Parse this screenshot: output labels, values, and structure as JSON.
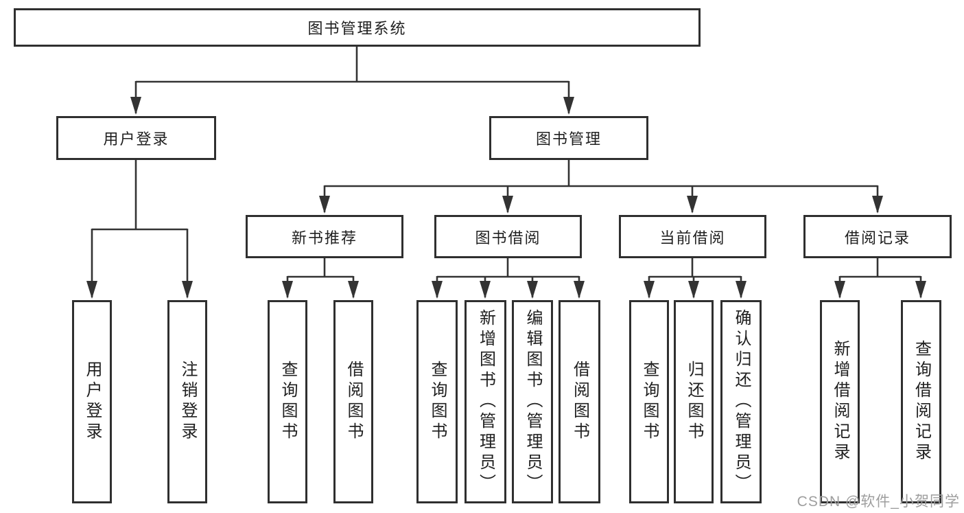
{
  "diagram": {
    "root_label": "图书管理系统",
    "level2": [
      {
        "label": "用户登录"
      },
      {
        "label": "图书管理"
      }
    ],
    "level3": [
      {
        "label": "新书推荐"
      },
      {
        "label": "图书借阅"
      },
      {
        "label": "当前借阅"
      },
      {
        "label": "借阅记录"
      }
    ],
    "leaves": {
      "user_login": [
        "用户登录",
        "注销登录"
      ],
      "new_book": [
        "查询图书",
        "借阅图书"
      ],
      "borrow": [
        "查询图书",
        "新增图书（管理员）",
        "编辑图书（管理员）",
        "借阅图书"
      ],
      "current": [
        "查询图书",
        "归还图书",
        "确认归还（管理员）"
      ],
      "records": [
        "新增借阅记录",
        "查询借阅记录"
      ]
    },
    "watermark": "CSDN @软件_小贺同学",
    "colors": {
      "line": "#333333",
      "box_border": "#2f2f2f",
      "text": "#1f1f1f",
      "watermark": "#9e9e9e",
      "background": "#ffffff"
    }
  }
}
